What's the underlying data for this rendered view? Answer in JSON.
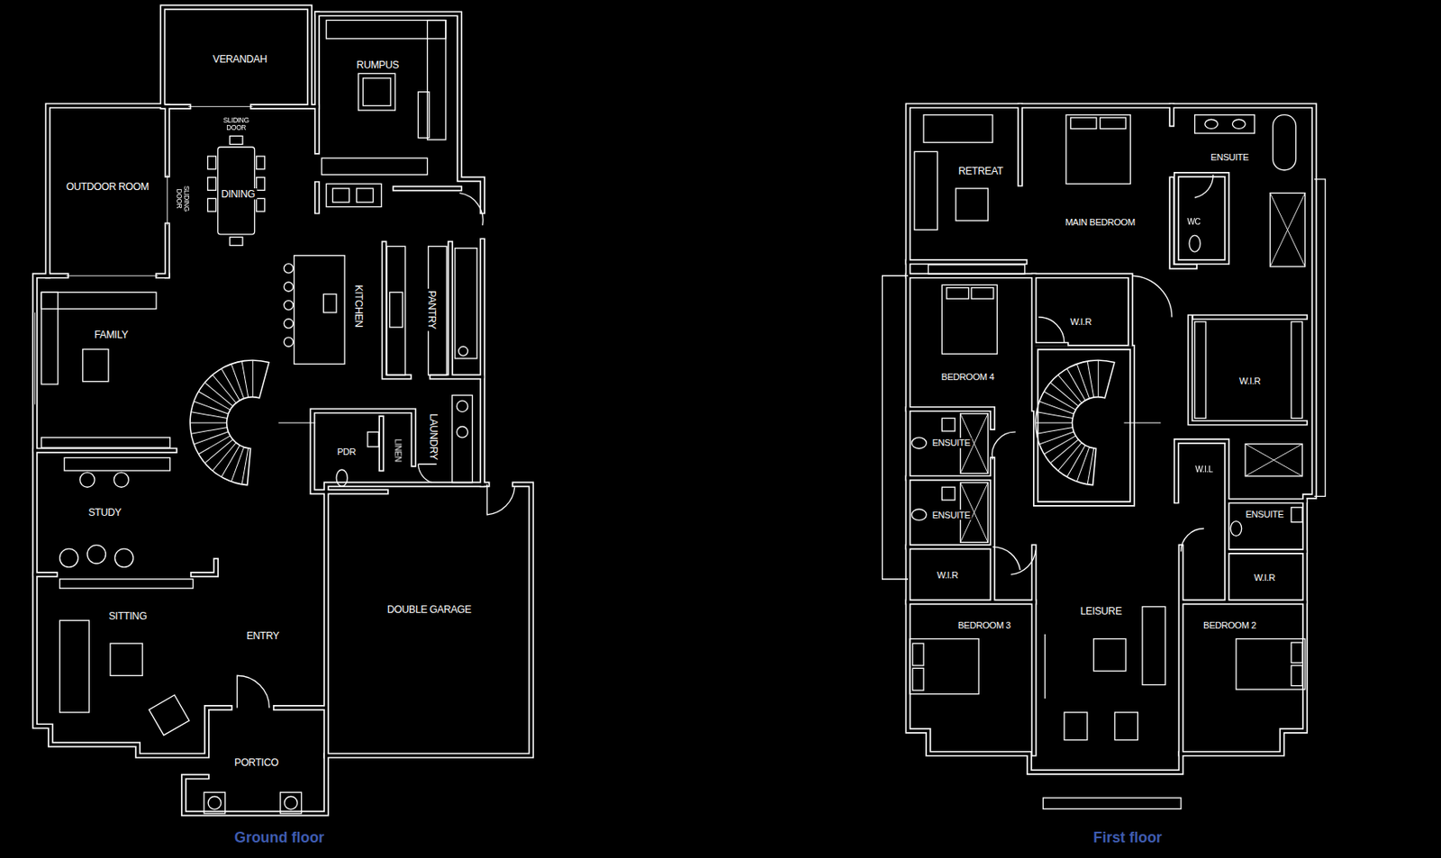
{
  "diagram": {
    "labels": [
      "VERANDAH",
      "RUMPUS",
      "SLIDING DOOR",
      "OUTDOOR ROOM",
      "DINING",
      "SLIDING DOOR",
      "FAMILY",
      "KITCHEN",
      "PANTRY",
      "PDR",
      "LINEN",
      "LAUNDRY",
      "STUDY",
      "SITTING",
      "ENTRY",
      "DOUBLE GARAGE",
      "PORTICO",
      "Ground floor",
      "RETREAT",
      "MAIN BEDROOM",
      "ENSUITE",
      "WC",
      "W.I.R",
      "BEDROOM 4",
      "W.I.R",
      "ENSUITE",
      "ENSUITE",
      "W.I.L",
      "ENSUITE",
      "W.I.R",
      "W.I.R",
      "BEDROOM 3",
      "LEISURE",
      "BEDROOM 2",
      "First floor"
    ]
  }
}
